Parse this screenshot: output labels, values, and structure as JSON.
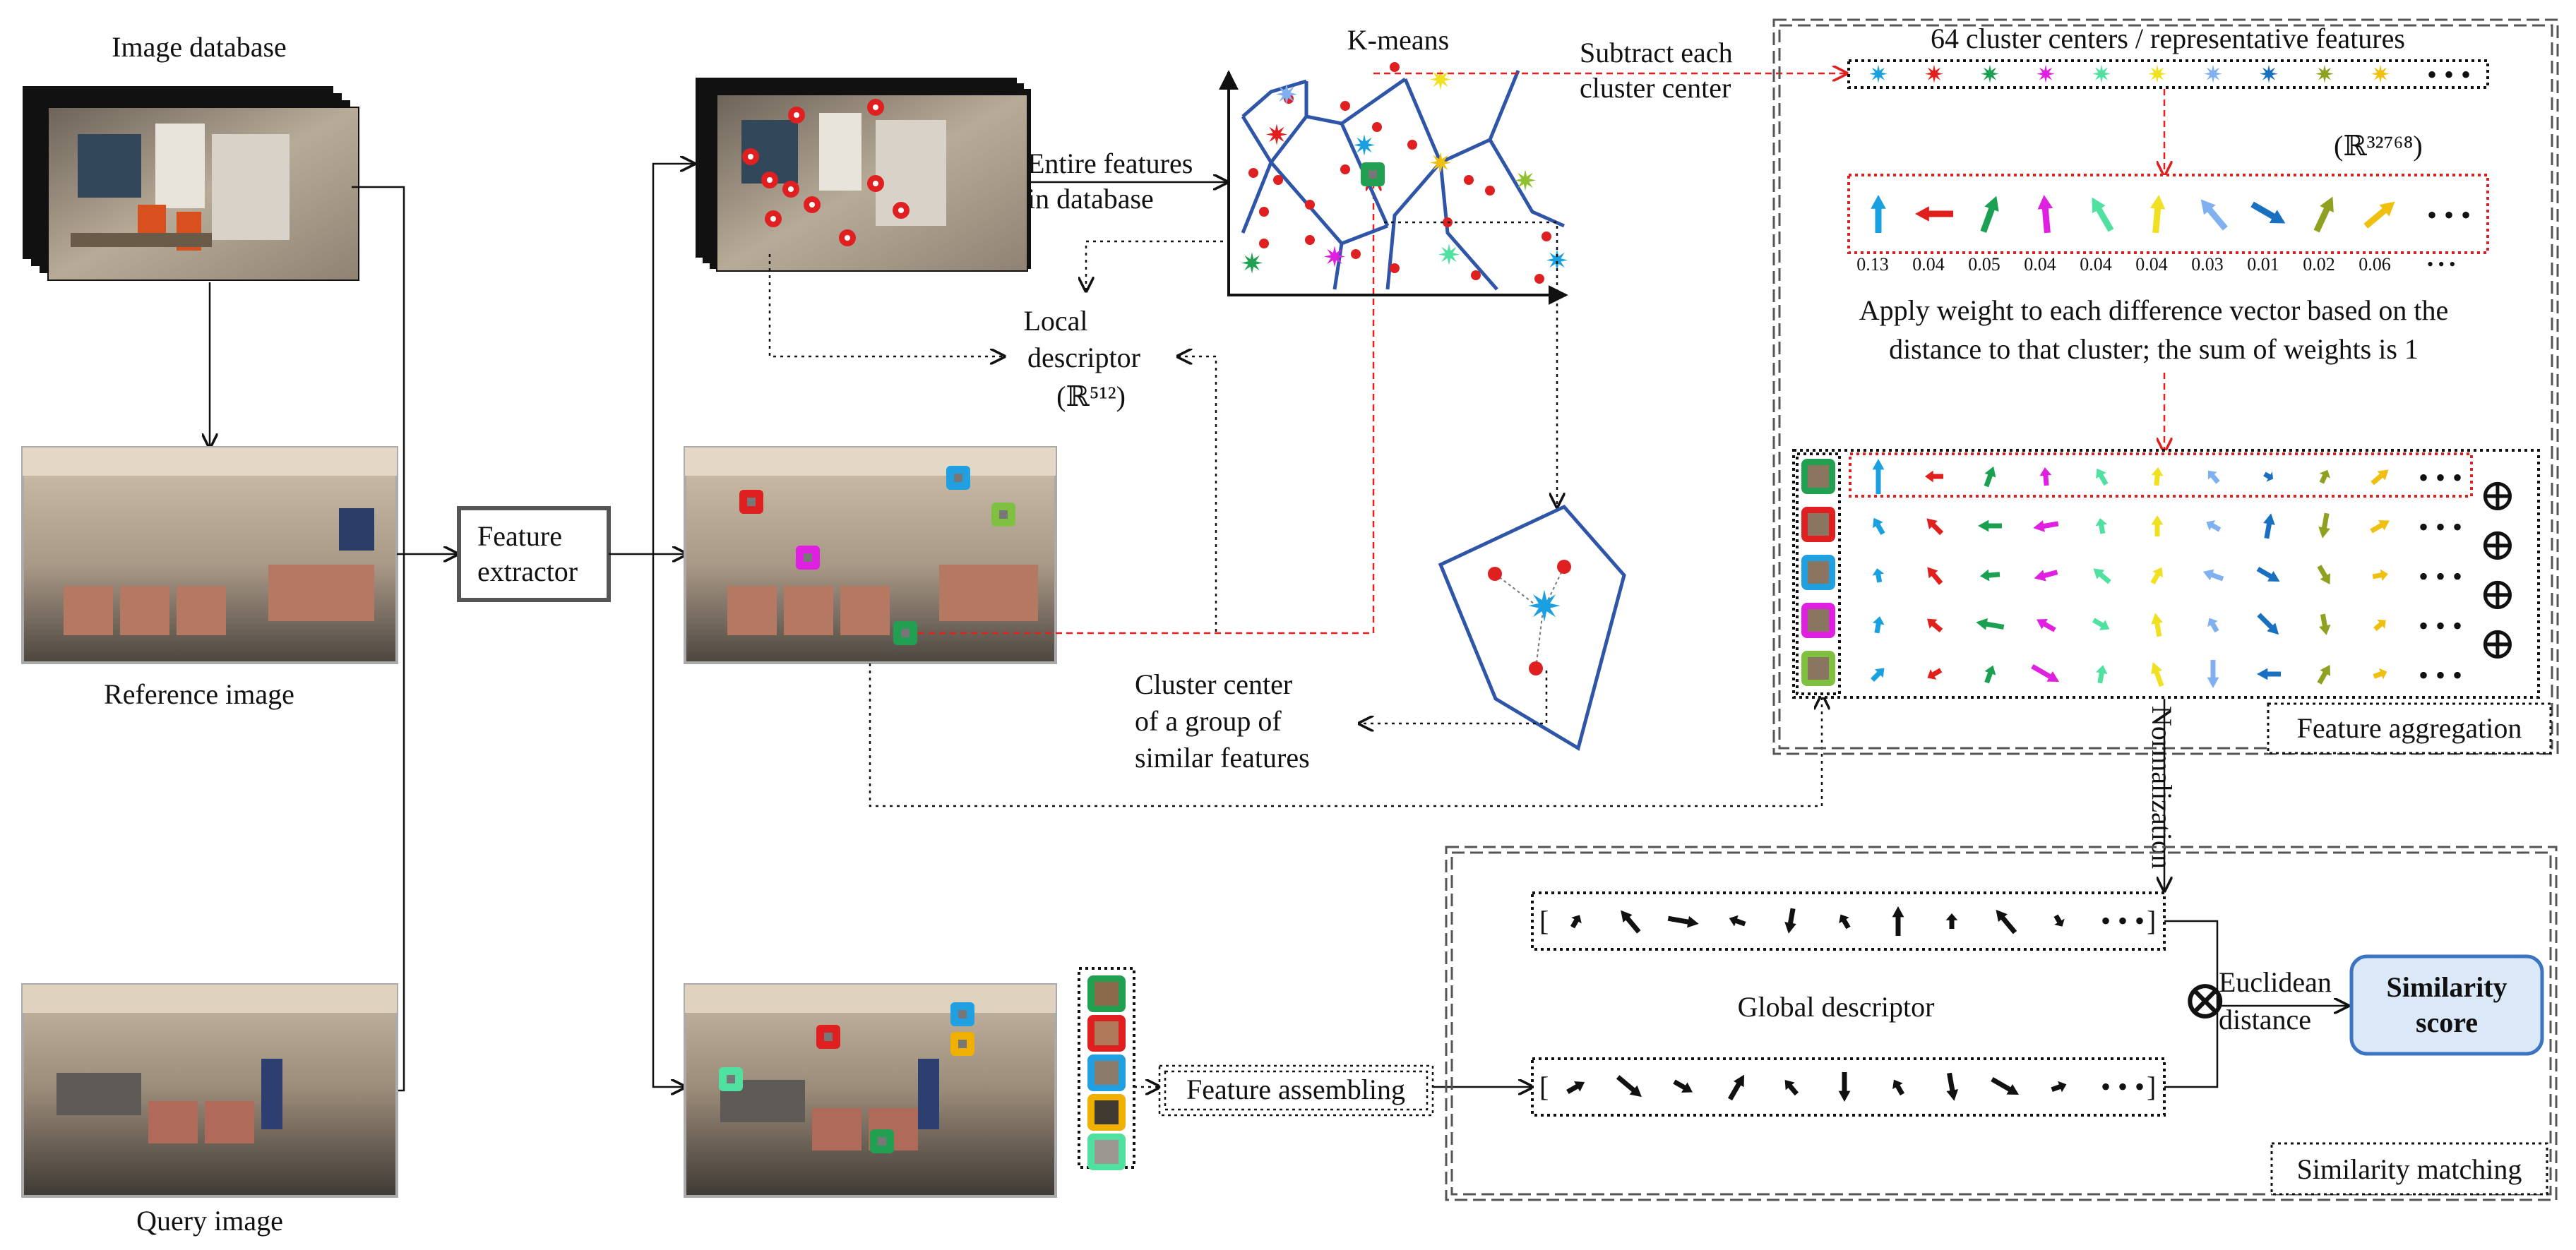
{
  "labels": {
    "image_database": "Image database",
    "reference_image": "Reference image",
    "query_image": "Query image",
    "feature_extractor_1": "Feature",
    "feature_extractor_2": "extractor",
    "kmeans": "K-means",
    "subtract_1": "Subtract each",
    "subtract_2": "cluster center",
    "entire_features_1": "Entire features",
    "entire_features_2": "in database",
    "local_descriptor_1": "Local",
    "local_descriptor_2": "descriptor",
    "local_descriptor_dim": "(ℝ⁵¹²)",
    "cluster_centers_title": "64 cluster centers / representative features",
    "dim_32768": "(ℝ³²⁷⁶⁸)",
    "apply_weight_1": "Apply weight to each difference vector based on the",
    "apply_weight_2": "distance to that cluster; the sum of weights is 1",
    "cluster_center_group_1": "Cluster center",
    "cluster_center_group_2": "of a group of",
    "cluster_center_group_3": "similar features",
    "feature_aggregation": "Feature aggregation",
    "normalization": "Normalization",
    "global_descriptor": "Global descriptor",
    "euclidean_1": "Euclidean",
    "euclidean_2": "distance",
    "similarity_score_1": "Similarity",
    "similarity_score_2": "score",
    "feature_assembling": "Feature assembling",
    "similarity_matching": "Similarity matching",
    "ellipsis": "• • •",
    "bracket_open": "[",
    "bracket_close": "]",
    "oplus": "⊕",
    "otimes": "⊗"
  },
  "weights": [
    "0.13",
    "0.04",
    "0.05",
    "0.04",
    "0.04",
    "0.04",
    "0.03",
    "0.01",
    "0.02",
    "0.06"
  ],
  "feature_colors": [
    "#1aa0e0",
    "#e0201c",
    "#1aa050",
    "#e020e0",
    "#50e0a0",
    "#f0e020",
    "#80b0f0",
    "#1a70c0",
    "#90a020",
    "#f0c010"
  ],
  "patch_colors": [
    "#20a050",
    "#e02020",
    "#20a0e0",
    "#e020e0",
    "#80c040"
  ],
  "query_patch_colors": [
    "#20a050",
    "#e02020",
    "#20a0e0",
    "#f0b000",
    "#50e0a0"
  ],
  "icons": [
    "photo-stack-icon",
    "scatter-plot-icon",
    "arrow-icon",
    "oplus-icon",
    "otimes-icon"
  ]
}
